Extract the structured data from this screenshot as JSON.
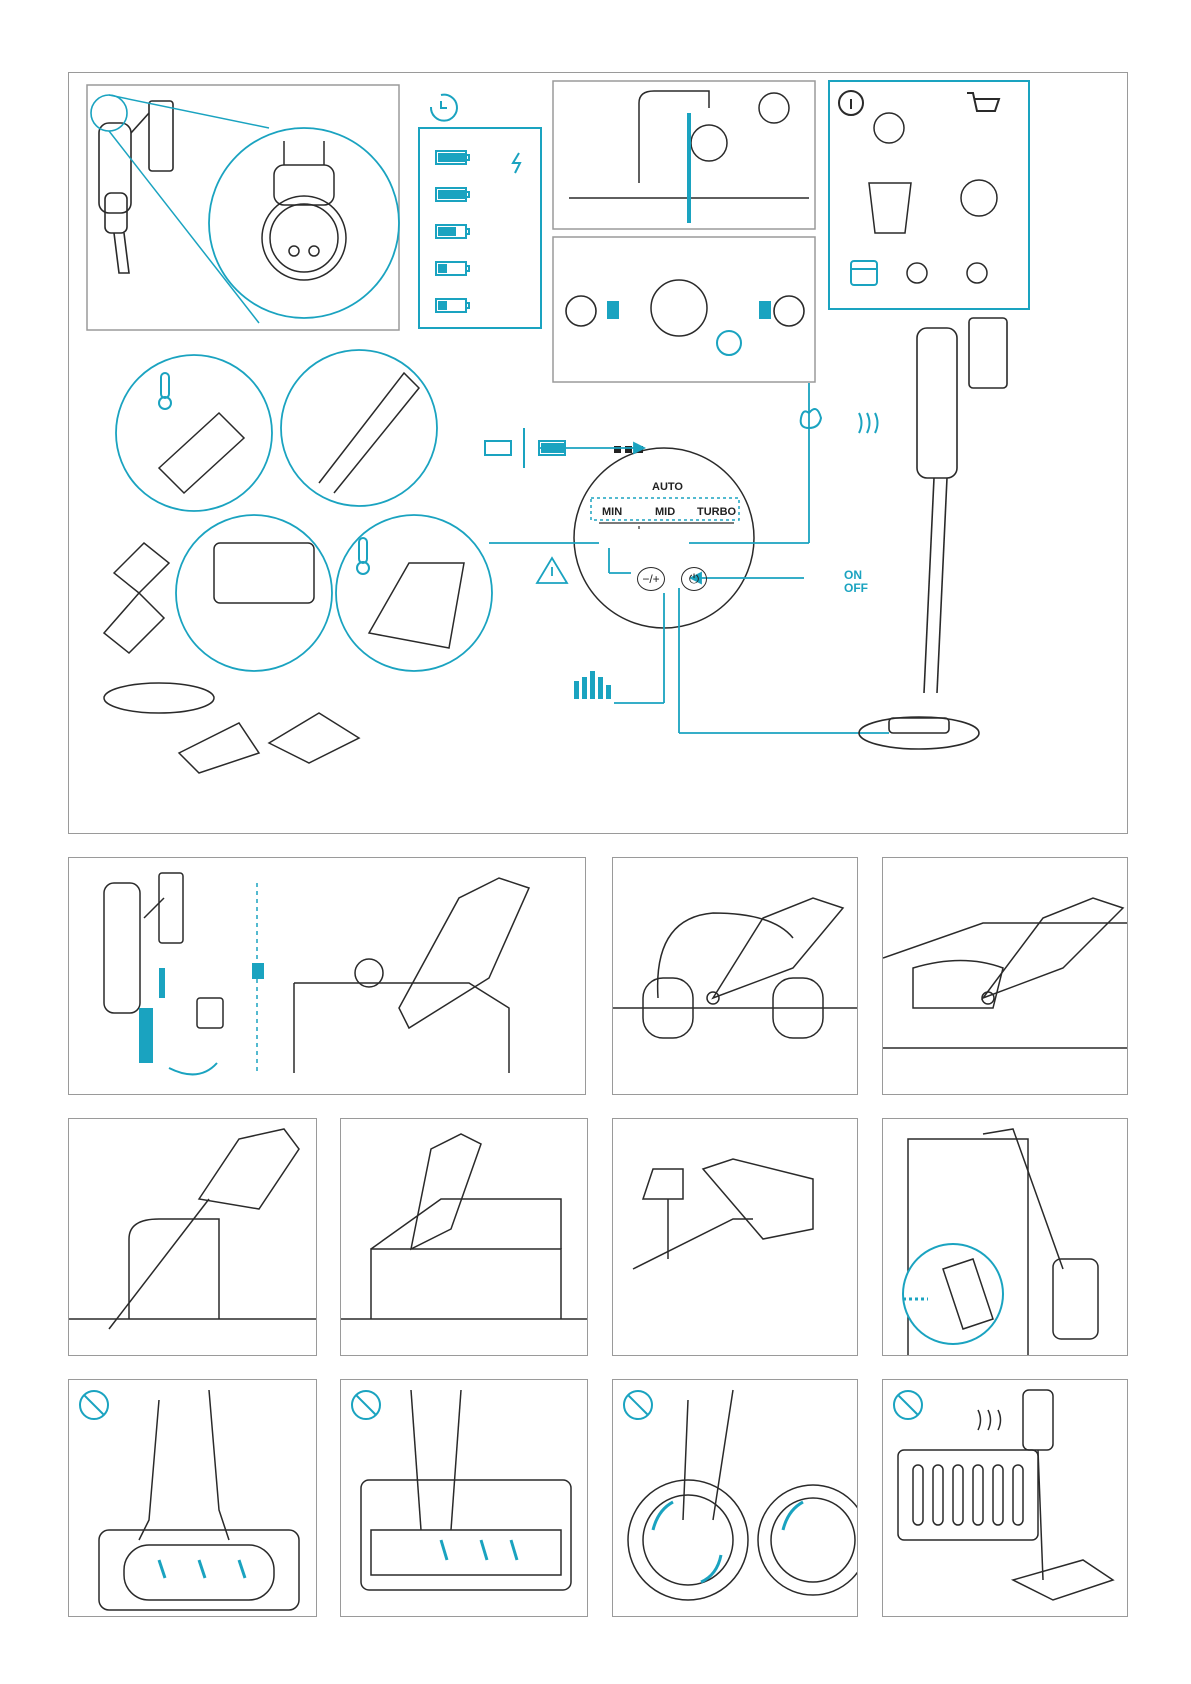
{
  "display": {
    "mode_auto": "AUTO",
    "mode_min": "MIN",
    "mode_mid": "MID",
    "mode_turbo": "TURBO",
    "minus_plus": "−/+",
    "on": "ON",
    "off": "OFF"
  },
  "icons": {
    "clock": "clock-icon",
    "info": "info-icon",
    "cart": "cart-icon",
    "calendar": "calendar-icon",
    "warning": "warning-icon",
    "drop": "drop-icon",
    "filter": "filter-icon",
    "power": "power-icon",
    "touch": "touch-icon",
    "prohibited": "prohibited-icon",
    "bolt": "bolt-icon"
  },
  "colors": {
    "accent": "#1aa3c0",
    "line": "#2a2a2a",
    "border": "#9a9a9a"
  }
}
